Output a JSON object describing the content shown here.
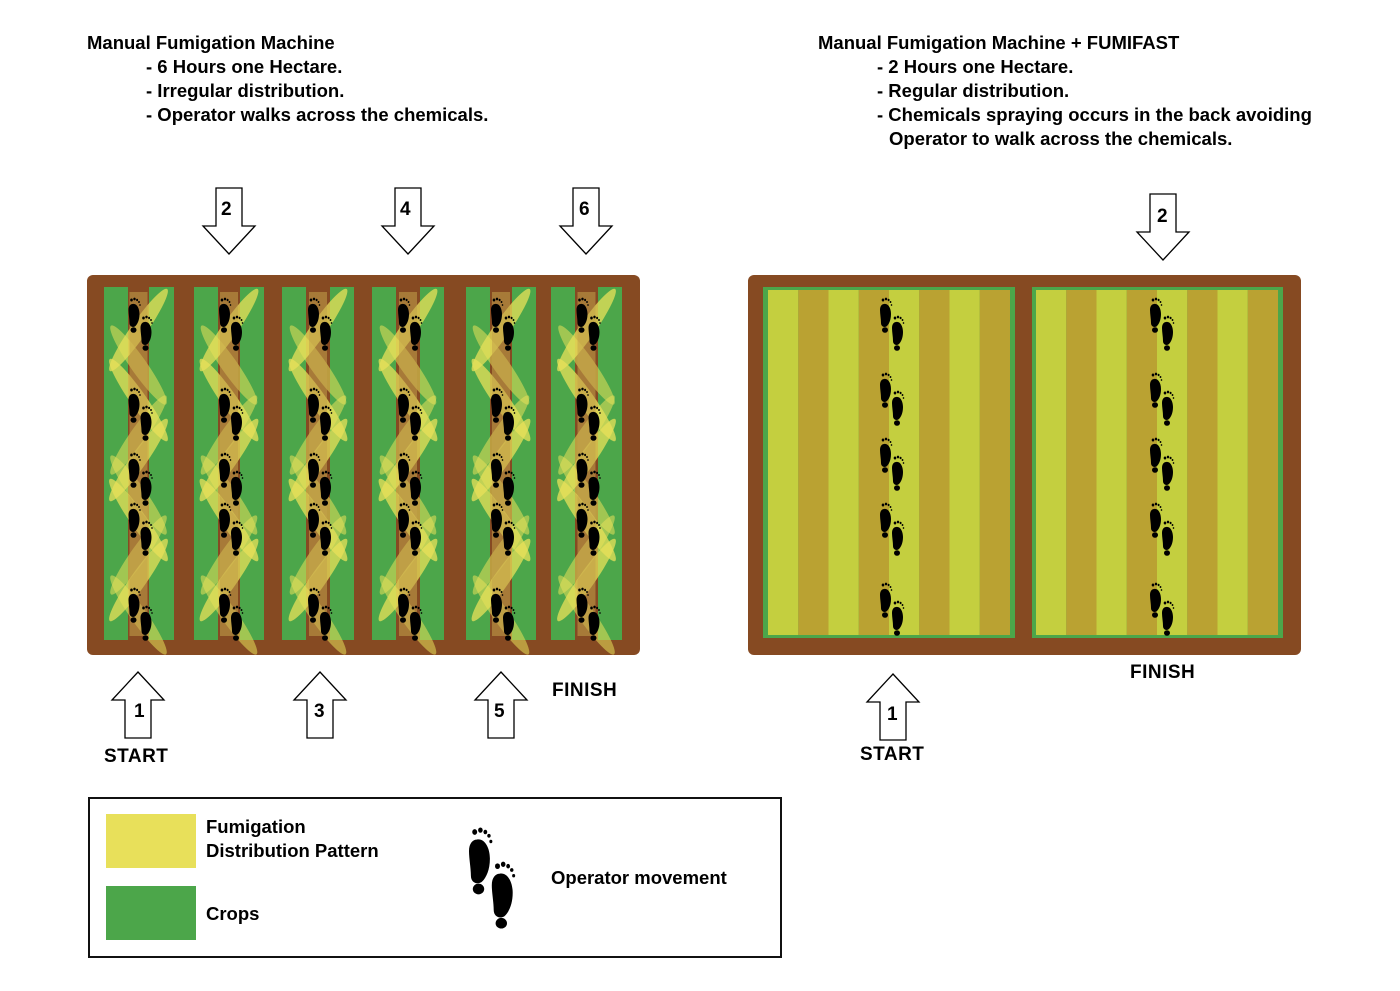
{
  "left_panel": {
    "title": "Manual Fumigation Machine",
    "points": [
      "- 6 Hours one Hectare.",
      "- Irregular distribution.",
      "- Operator walks across the chemicals."
    ],
    "arrows_down": [
      "2",
      "4",
      "6"
    ],
    "arrows_up": [
      "1",
      "3",
      "5"
    ],
    "start_label": "START",
    "finish_label": "FINISH"
  },
  "right_panel": {
    "title": "Manual Fumigation Machine + FUMIFAST",
    "points": [
      "- 2 Hours one Hectare.",
      "- Regular distribution.",
      "- Chemicals spraying occurs in the back avoiding",
      "Operator to walk across the chemicals."
    ],
    "arrow_down": "2",
    "arrow_up": "1",
    "start_label": "START",
    "finish_label": "FINISH"
  },
  "legend": {
    "fumigation_label_line1": "Fumigation",
    "fumigation_label_line2": "Distribution Pattern",
    "crops_label": "Crops",
    "operator_label": "Operator movement",
    "icon": "footprints-icon"
  },
  "colors": {
    "soil": "#864a22",
    "crops": "#4ca64a",
    "fumigation": "#e8e05a",
    "fumigation_band": "#d1d43e",
    "operator": "#000000"
  }
}
